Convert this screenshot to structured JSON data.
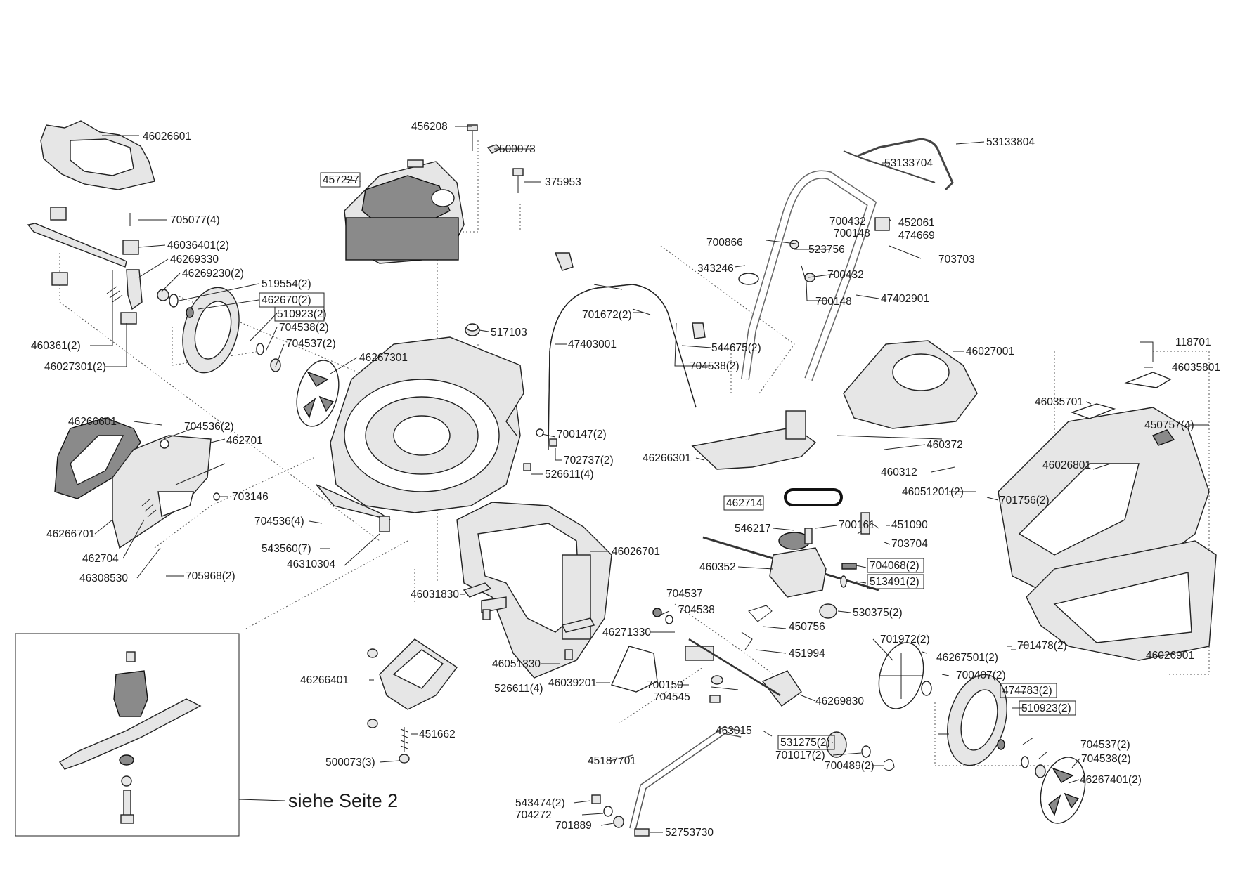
{
  "labels": {
    "p46026601": "46026601",
    "p705077": "705077(4)",
    "p46036401": "46036401(2)",
    "p46269330": "46269330",
    "p46269230": "46269230(2)",
    "p519554": "519554(2)",
    "p462670": "462670(2)",
    "p510923a": "510923(2)",
    "p704538a": "704538(2)",
    "p704537a": "704537(2)",
    "p46267301": "46267301",
    "p460361": "460361(2)",
    "p46027301": "46027301(2)",
    "p456208": "456208",
    "p500073": "500073",
    "p375953": "375953",
    "p457227": "457227",
    "p517103": "517103",
    "p53133804": "53133804",
    "p53133704": "53133704",
    "p700432a": "700432",
    "p700148a": "700148",
    "p452061": "452061",
    "p474669": "474669",
    "p700866": "700866",
    "p523756": "523756",
    "p703703": "703703",
    "p343246": "343246",
    "p700432b": "700432",
    "p700148b": "700148",
    "p47402901": "47402901",
    "p701672": "701672(2)",
    "p47403001": "47403001",
    "p544675": "544675(2)",
    "p704538b": "704538(2)",
    "p46027001": "46027001",
    "p118701": "118701",
    "p46035801": "46035801",
    "p46035701": "46035701",
    "p450757": "450757(4)",
    "p46026801": "46026801",
    "p46266601": "46266601",
    "p704536a": "704536(2)",
    "p462701": "462701",
    "p703146": "703146",
    "p46266701": "46266701",
    "p462704": "462704",
    "p46308530": "46308530",
    "p705968": "705968(2)",
    "p704536b": "704536(4)",
    "p543560": "543560(7)",
    "p46310304": "46310304",
    "p700147": "700147(2)",
    "p702737": "702737(2)",
    "p526611a": "526611(4)",
    "p46266301": "46266301",
    "p460372": "460372",
    "p460312": "460312",
    "p46051201": "46051201(2)",
    "p462714": "462714",
    "p546217": "546217",
    "p700161": "700161",
    "p451090": "451090",
    "p703704": "703704",
    "p460352": "460352",
    "p704068": "704068(2)",
    "p513491": "513491(2)",
    "p701756": "701756(2)",
    "p46026701": "46026701",
    "p46031830": "46031830",
    "p704537b": "704537",
    "p704538c": "704538",
    "p530375": "530375(2)",
    "p450756": "450756",
    "p451994": "451994",
    "p46271330": "46271330",
    "p46051330": "46051330",
    "p526611b": "526611(4)",
    "p701478": "701478(2)",
    "p46026901": "46026901",
    "p701972": "701972(2)",
    "p46267501": "46267501(2)",
    "p700407": "700407(2)",
    "p474783": "474783(2)",
    "p510923b": "510923(2)",
    "p46039201": "46039201",
    "p700150": "700150",
    "p704545": "704545",
    "p46269830": "46269830",
    "p46266401": "46266401",
    "p451662": "451662",
    "p500073b": "500073(3)",
    "p463015": "463015",
    "p531275": "531275(2)",
    "p701017": "701017(2)",
    "p700489": "700489(2)",
    "p704538d": "704538(2)",
    "p704537c": "704537(2)",
    "p46267401": "46267401(2)",
    "p45187701": "45187701",
    "p543474": "543474(2)",
    "p704272": "704272",
    "p701889": "701889",
    "p52753730": "52753730",
    "seite": "siehe Seite 2"
  }
}
